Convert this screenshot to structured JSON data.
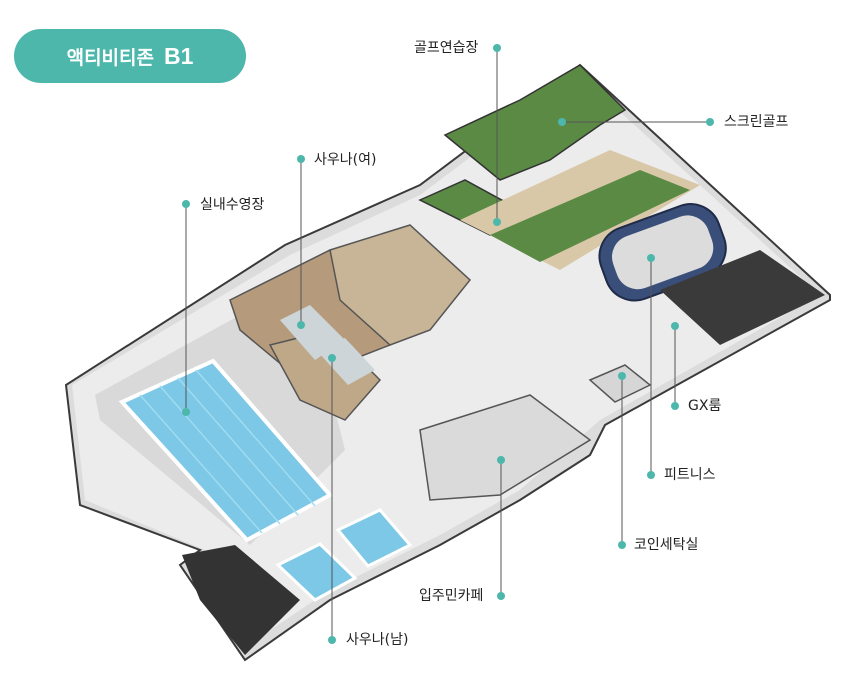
{
  "badge": {
    "title": "액티비티존",
    "floor": "B1"
  },
  "labels": {
    "golf_practice": "골프연습장",
    "screen_golf": "스크린골프",
    "sauna_female": "사우나(여)",
    "indoor_pool": "실내수영장",
    "gx_room": "GX룸",
    "fitness": "피트니스",
    "coin_laundry": "코인세탁실",
    "resident_cafe": "입주민카페",
    "sauna_male": "사우나(남)"
  },
  "colors": {
    "accent": "#4db7ac",
    "golf_green": "#5b8a45",
    "pool_water": "#7cc8e6"
  }
}
